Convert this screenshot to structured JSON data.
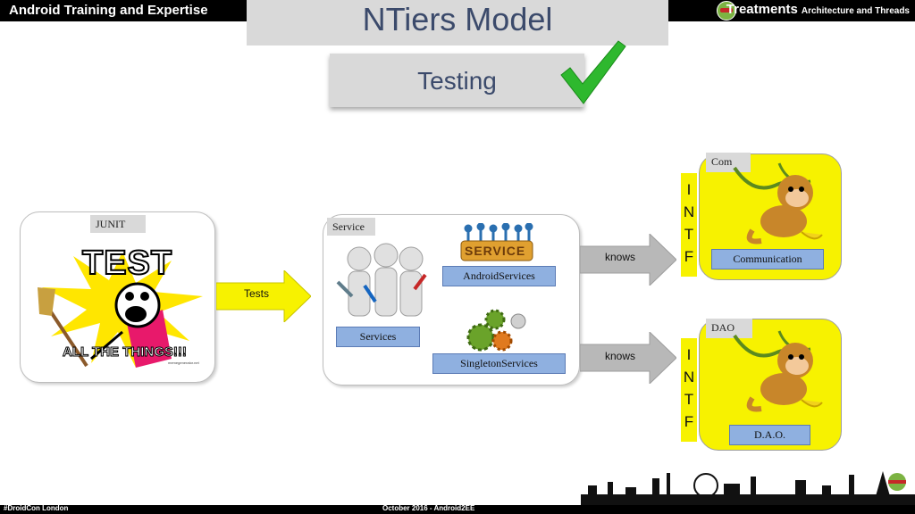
{
  "top_bar": {
    "left_title": "Android Training and Expertise",
    "right_title": "Treatments",
    "right_subtitle": "Architecture and Threads",
    "logo_icon": "android-ninja-icon"
  },
  "header": {
    "title": "NTiers Model",
    "subtitle": "Testing",
    "check_icon": "green-check-icon"
  },
  "junit_panel": {
    "tag": "JUNIT",
    "meme_top": "TEST",
    "meme_bottom": "ALL THE THINGS!!!",
    "meme_credit": "memegenerator.net"
  },
  "tests_arrow": {
    "label": "Tests"
  },
  "service_panel": {
    "tag": "Service",
    "services_label": "Services",
    "android_services_label": "AndroidServices",
    "singleton_services_label": "SingletonServices",
    "service_sign": "SERVICE"
  },
  "knows_arrows": [
    {
      "label": "knows"
    },
    {
      "label": "knows"
    }
  ],
  "intf_bars": [
    {
      "letters": [
        "I",
        "N",
        "T",
        "F"
      ]
    },
    {
      "letters": [
        "I",
        "N",
        "T",
        "F"
      ]
    }
  ],
  "com_panel": {
    "tag": "Com",
    "label": "Communication"
  },
  "dao_panel": {
    "tag": "DAO",
    "label": "D.A.O."
  },
  "bottom_bar": {
    "left": "#DroidCon London",
    "center": "October 2016 - Android2EE"
  },
  "colors": {
    "accent_yellow": "#f7f200",
    "header_gray": "#d9d9d9",
    "title_blue": "#3b4a6b",
    "label_blue": "#8fb0e0",
    "check_green": "#2eb82e"
  }
}
